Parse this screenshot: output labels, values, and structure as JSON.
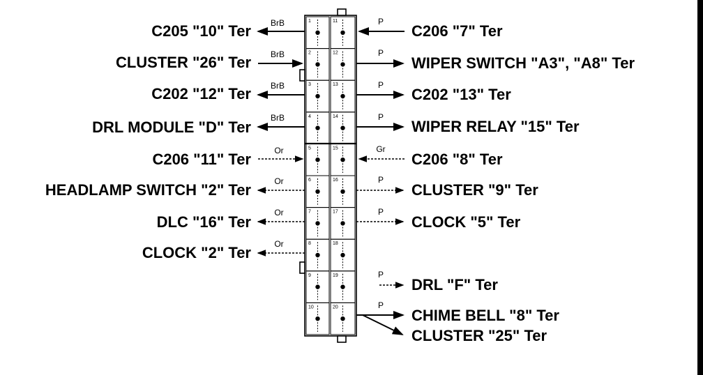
{
  "left_labels": [
    {
      "text": "C205 \"10\" Ter",
      "wire": "BrB"
    },
    {
      "text": "CLUSTER \"26\" Ter",
      "wire": "BrB"
    },
    {
      "text": "C202 \"12\" Ter",
      "wire": "BrB"
    },
    {
      "text": "DRL MODULE \"D\" Ter",
      "wire": "BrB"
    },
    {
      "text": "C206 \"11\" Ter",
      "wire": "Or"
    },
    {
      "text": "HEADLAMP SWITCH \"2\" Ter",
      "wire": "Or"
    },
    {
      "text": "DLC \"16\" Ter",
      "wire": "Or"
    },
    {
      "text": "CLOCK \"2\" Ter",
      "wire": "Or"
    }
  ],
  "right_labels": [
    {
      "text": "C206 \"7\" Ter",
      "wire": "P"
    },
    {
      "text": "WIPER SWITCH \"A3\", \"A8\" Ter",
      "wire": "P"
    },
    {
      "text": "C202 \"13\" Ter",
      "wire": "P"
    },
    {
      "text": "WIPER RELAY \"15\" Ter",
      "wire": "P"
    },
    {
      "text": "C206 \"8\" Ter",
      "wire": "Gr"
    },
    {
      "text": "CLUSTER \"9\" Ter",
      "wire": "P"
    },
    {
      "text": "CLOCK \"5\" Ter",
      "wire": "P"
    },
    {
      "text": "DRL \"F\" Ter",
      "wire": "P"
    },
    {
      "text": "CHIME BELL \"8\" Ter",
      "wire": "P"
    },
    {
      "text": "CLUSTER \"25\" Ter",
      "wire": ""
    }
  ],
  "pins_left": [
    "1",
    "2",
    "3",
    "4",
    "5",
    "6",
    "7",
    "8",
    "9",
    "10"
  ],
  "pins_right": [
    "11",
    "12",
    "13",
    "14",
    "15",
    "16",
    "17",
    "18",
    "19",
    "20"
  ]
}
